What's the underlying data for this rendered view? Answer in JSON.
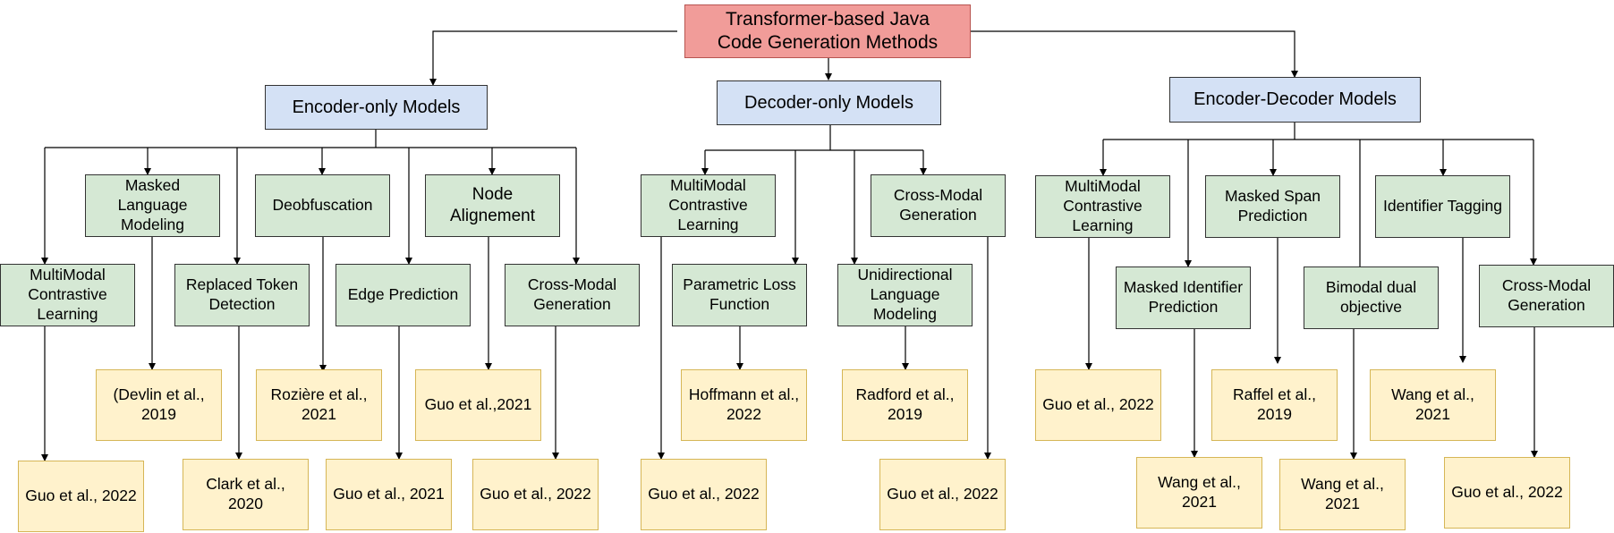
{
  "root": {
    "label": "Transformer-based Java\nCode Generation Methods"
  },
  "categories": {
    "encoder": {
      "label": "Encoder-only Models"
    },
    "decoder": {
      "label": "Decoder-only Models"
    },
    "encdec": {
      "label": "Encoder-Decoder Models"
    }
  },
  "methods": {
    "enc_mmcl": {
      "label": "MultiModal\nContrastive\nLearning"
    },
    "enc_mlm": {
      "label": "Masked\nLanguage\nModeling"
    },
    "enc_rtd": {
      "label": "Replaced Token\nDetection"
    },
    "enc_deob": {
      "label": "Deobfuscation"
    },
    "enc_edge": {
      "label": "Edge Prediction"
    },
    "enc_node": {
      "label": "Node\nAlignement"
    },
    "enc_cmg": {
      "label": "Cross-Modal\nGeneration"
    },
    "dec_mmcl": {
      "label": "MultiModal\nContrastive\nLearning"
    },
    "dec_plf": {
      "label": "Parametric Loss\nFunction"
    },
    "dec_ulm": {
      "label": "Unidirectional\nLanguage\nModeling"
    },
    "dec_cmg": {
      "label": "Cross-Modal\nGeneration"
    },
    "ed_mmcl": {
      "label": "MultiModal\nContrastive\nLearning"
    },
    "ed_mip": {
      "label": "Masked Identifier\nPrediction"
    },
    "ed_msp": {
      "label": "Masked Span\nPrediction"
    },
    "ed_bdo": {
      "label": "Bimodal dual\nobjective"
    },
    "ed_itag": {
      "label": "Identifier Tagging"
    },
    "ed_cmg": {
      "label": "Cross-Modal\nGeneration"
    }
  },
  "references": {
    "r_enc_mmcl": {
      "label": "Guo et al., 2022"
    },
    "r_enc_mlm": {
      "label": "(Devlin et al.,\n2019"
    },
    "r_enc_rtd": {
      "label": "Clark et al., 2020"
    },
    "r_enc_deob": {
      "label": "Rozière et al.,\n2021"
    },
    "r_enc_edge": {
      "label": "Guo et al., 2021"
    },
    "r_enc_node": {
      "label": "Guo et al.,2021"
    },
    "r_enc_cmg": {
      "label": "Guo et al., 2022"
    },
    "r_dec_mmcl": {
      "label": "Guo et al., 2022"
    },
    "r_dec_plf": {
      "label": "Hoffmann et al.,\n2022"
    },
    "r_dec_ulm": {
      "label": "Radford et al.,\n2019"
    },
    "r_dec_cmg": {
      "label": "Guo et al., 2022"
    },
    "r_ed_mmcl": {
      "label": "Guo et al., 2022"
    },
    "r_ed_mip": {
      "label": "Wang et al.,\n2021"
    },
    "r_ed_msp": {
      "label": "Raffel et al.,\n2019"
    },
    "r_ed_bdo": {
      "label": "Wang et al.,\n2021"
    },
    "r_ed_itag": {
      "label": "Wang et al.,\n2021"
    },
    "r_ed_cmg": {
      "label": "Guo et al., 2022"
    }
  }
}
